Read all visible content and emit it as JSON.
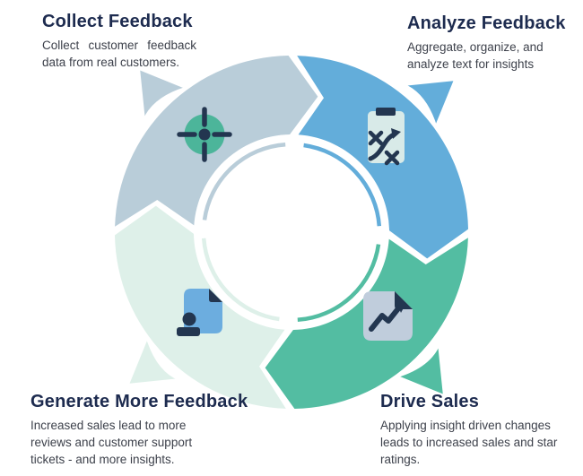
{
  "title_blocks": {
    "collect": {
      "title": "Collect Feedback",
      "body": "Collect customer feedback data from real customers."
    },
    "analyze": {
      "title": "Analyze Feedback",
      "body": "Aggregate, organize, and analyze text for insights"
    },
    "drive": {
      "title": "Drive Sales",
      "body": "Applying insight driven changes leads to increased sales and star ratings."
    },
    "generate": {
      "title": "Generate More Feedback",
      "body": "Increased sales lead to more reviews and customer support tickets - and more insights."
    }
  },
  "colors": {
    "background": "#ffffff",
    "heading_text": "#1d2b4f",
    "body_text": "#3d414b",
    "navy_icon": "#233650",
    "quadrant_collect": "#b9cdd9",
    "quadrant_analyze": "#63adda",
    "quadrant_drive": "#53bda2",
    "quadrant_generate": "#def0e9",
    "icon_target_circle": "#4cb59a",
    "icon_clipboard_bg": "#d8eae8",
    "icon_chart_doc_bg": "#c0cddc",
    "icon_user_doc_bg": "#6caddf"
  },
  "diagram": {
    "direction": "clockwise",
    "quadrants": [
      {
        "id": "collect",
        "start_angle": 270,
        "end_angle": 360,
        "color_key": "quadrant_collect",
        "icon": "target-icon"
      },
      {
        "id": "analyze",
        "start_angle": 0,
        "end_angle": 90,
        "color_key": "quadrant_analyze",
        "icon": "strategy-clipboard-icon"
      },
      {
        "id": "drive",
        "start_angle": 90,
        "end_angle": 180,
        "color_key": "quadrant_drive",
        "icon": "chart-document-icon"
      },
      {
        "id": "generate",
        "start_angle": 180,
        "end_angle": 270,
        "color_key": "quadrant_generate",
        "icon": "user-document-icon"
      }
    ]
  }
}
